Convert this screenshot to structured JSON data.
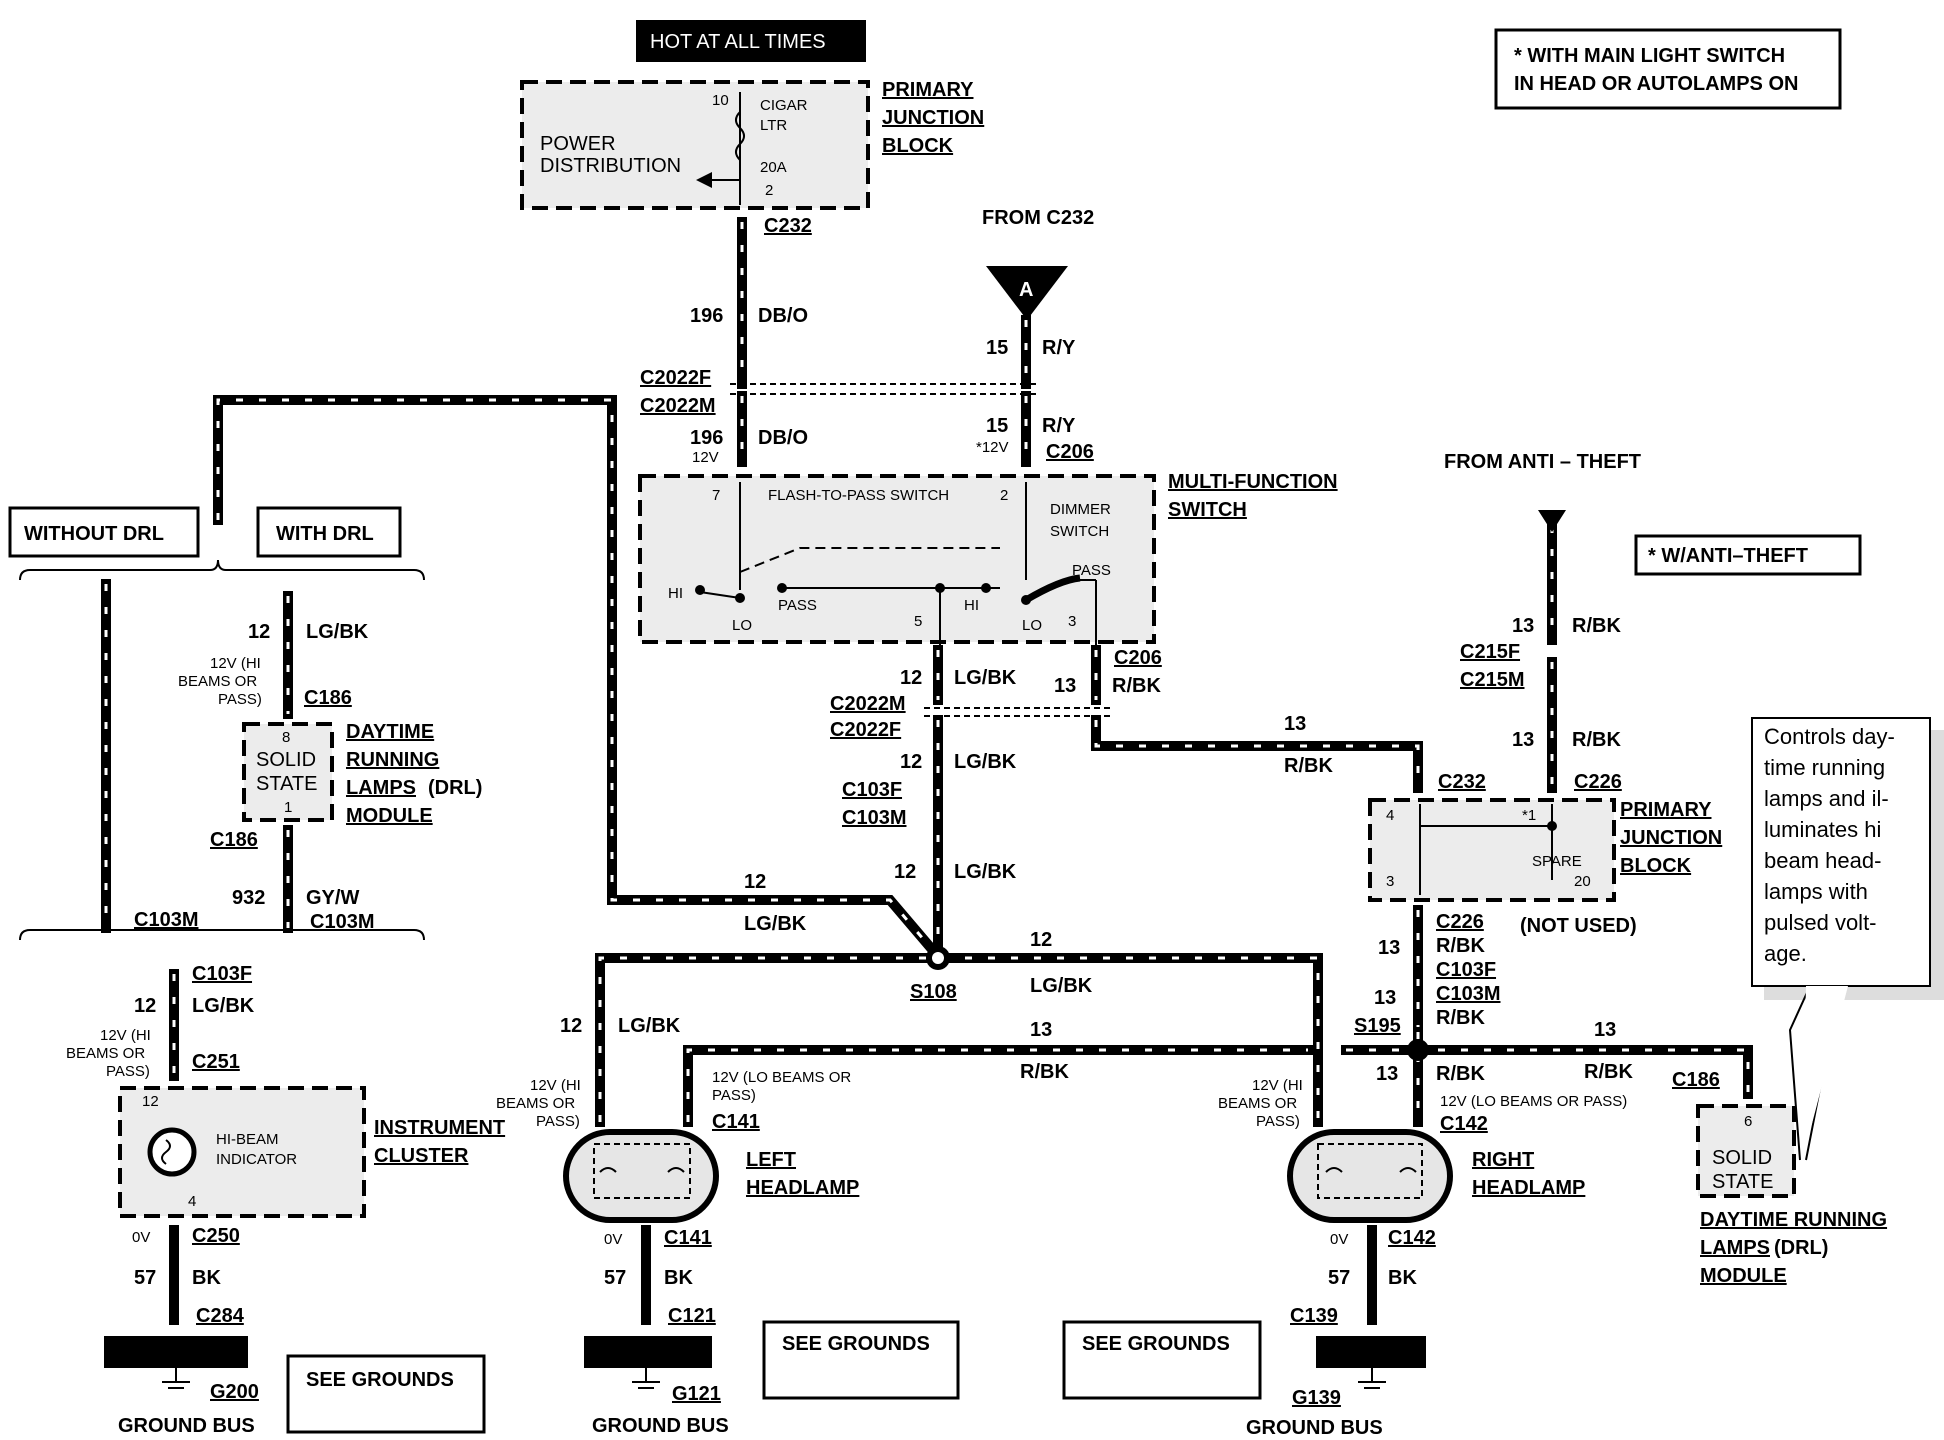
{
  "labels": {
    "hot": "HOT AT ALL TIMES",
    "note_main_1": "* WITH MAIN LIGHT SWITCH",
    "note_main_2": "IN HEAD OR AUTOLAMPS ON",
    "note_anti": "*  W/ANTI–THEFT",
    "from_c232": "FROM C232",
    "from_anti": "FROM ANTI – THEFT",
    "without_drl": "WITHOUT DRL",
    "with_drl": "WITH DRL",
    "not_used": "(NOT USED)",
    "connector_a": "A",
    "see_grounds": "SEE GROUNDS",
    "ground_bus": "GROUND BUS"
  },
  "components": {
    "pjb_top": {
      "l1": "PRIMARY",
      "l2": "JUNCTION",
      "l3": "BLOCK",
      "inner1": "POWER",
      "inner2": "DISTRIBUTION",
      "fuse1": "CIGAR",
      "fuse2": "LTR",
      "amp": "20A",
      "pin_top": "10",
      "pin_bot": "2"
    },
    "mfs": {
      "l1": "MULTI-FUNCTION",
      "l2": "SWITCH",
      "flash": "FLASH-TO-PASS SWITCH",
      "dim1": "DIMMER",
      "dim2": "SWITCH",
      "hi": "HI",
      "lo": "LO",
      "pass": "PASS",
      "p7": "7",
      "p2": "2",
      "p5": "5",
      "p3": "3"
    },
    "drl_left": {
      "l1": "DAYTIME",
      "l2": "RUNNING",
      "l3": "LAMPS",
      "l3b": "(DRL)",
      "l4": "MODULE",
      "i1": "SOLID",
      "i2": "STATE",
      "p8": "8",
      "p1": "1"
    },
    "pjb_right": {
      "l1": "PRIMARY",
      "l2": "JUNCTION",
      "l3": "BLOCK",
      "p4": "4",
      "p1": "*1",
      "p3": "3",
      "p20": "20",
      "spare": "SPARE"
    },
    "cluster": {
      "l1": "INSTRUMENT",
      "l2": "CLUSTER",
      "i1": "HI-BEAM",
      "i2": "INDICATOR",
      "p12": "12",
      "p4": "4"
    },
    "left_head": {
      "l1": "LEFT",
      "l2": "HEADLAMP"
    },
    "right_head": {
      "l1": "RIGHT",
      "l2": "HEADLAMP"
    },
    "drl_right": {
      "l1": "DAYTIME RUNNING",
      "l2": "LAMPS",
      "l2b": "(DRL)",
      "l3": "MODULE",
      "i1": "SOLID",
      "i2": "STATE",
      "p6": "6"
    }
  },
  "callout": [
    "Controls day-",
    "time running",
    "lamps and il-",
    "luminates hi",
    "beam head-",
    "lamps with",
    "pulsed volt-",
    "age."
  ],
  "connectors": {
    "c232a": "C232",
    "c2022f": "C2022F",
    "c2022m": "C2022M",
    "c206a": "C206",
    "c206b": "C206",
    "c2022m_b": "C2022M",
    "c2022f_b": "C2022F",
    "c103f_a": "C103F",
    "c103m_a": "C103M",
    "c215f": "C215F",
    "c215m": "C215M",
    "c232b": "C232",
    "c226a": "C226",
    "c226b": "C226",
    "c103f_b": "C103F",
    "c103m_b": "C103M",
    "c186a": "C186",
    "c186b": "C186",
    "c103m_c": "C103M",
    "c103m_d": "C103M",
    "c103f_c": "C103F",
    "c251": "C251",
    "s108": "S108",
    "s195": "S195",
    "c141a": "C141",
    "c142a": "C142",
    "c186c": "C186",
    "c250": "C250",
    "c141b": "C141",
    "c142b": "C142",
    "c284": "C284",
    "c121": "C121",
    "c139": "C139",
    "g200": "G200",
    "g121": "G121",
    "g139": "G139"
  },
  "wires": {
    "w196_num": "196",
    "w196_col": "DB/O",
    "w196b_num": "196",
    "w196b_col": "DB/O",
    "w196_v": "12V",
    "w15_num": "15",
    "w15_col": "R/Y",
    "w15b_num": "15",
    "w15b_col": "R/Y",
    "w15_v": "*12V",
    "w12a_num": "12",
    "w12a_col": "LG/BK",
    "w13a_num": "13",
    "w13a_col": "R/BK",
    "w12b_num": "12",
    "w12b_col": "LG/BK",
    "w12c_num": "12",
    "w12c_col": "LG/BK",
    "w13b_num": "13",
    "w13b_col": "R/BK",
    "w13anti_num": "13",
    "w13anti_col": "R/BK",
    "w13anti2_num": "13",
    "w13anti2_col": "R/BK",
    "w12drl_num": "12",
    "w12drl_col": "LG/BK",
    "drl_v1": "12V (HI",
    "drl_v2": "BEAMS OR",
    "drl_v3": "PASS)",
    "w932_num": "932",
    "w932_col": "GY/W",
    "w12loop_num": "12",
    "w12loop_col": "LG/BK",
    "w12s108_num": "12",
    "w12s108_col": "LG/BK",
    "w13pjb_num": "13",
    "w13pjb_col": "R/BK",
    "w13pjb2_num": "13",
    "w13pjb2_col": "R/BK",
    "w13lo_num": "13",
    "w13lo_col": "R/BK",
    "w13s195r_num": "13",
    "w13s195r_col": "R/BK",
    "w13rh_num": "13",
    "w13rh_col": "R/BK",
    "w12ic_num": "12",
    "w12ic_col": "LG/BK",
    "ic_v1": "12V (HI",
    "ic_v2": "BEAMS OR",
    "ic_v3": "PASS)",
    "w12lh_num": "12",
    "w12lh_col": "LG/BK",
    "lh_v1": "12V (HI",
    "lh_v2": "BEAMS OR",
    "lh_v3": "PASS)",
    "lo_v1": "12V (LO BEAMS OR",
    "lo_v2": "PASS)",
    "rh_v1": "12V (HI",
    "rh_v2": "BEAMS OR",
    "rh_v3": "PASS)",
    "rlo_v": "12V (LO BEAMS OR PASS)",
    "w57a_num": "57",
    "w57a_col": "BK",
    "w57b_num": "57",
    "w57b_col": "BK",
    "w57c_num": "57",
    "w57c_col": "BK",
    "v0a": "0V",
    "v0b": "0V",
    "v0c": "0V"
  }
}
